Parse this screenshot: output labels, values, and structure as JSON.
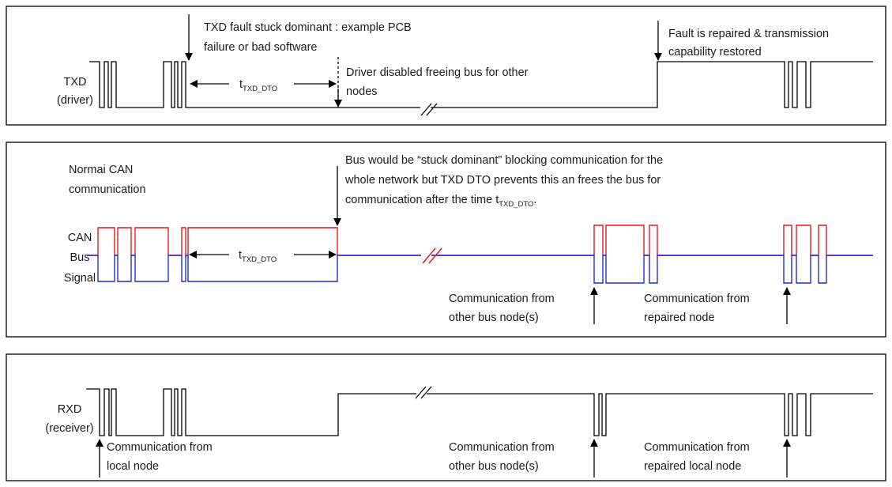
{
  "panel1": {
    "signal_label_line1": "TXD",
    "signal_label_line2": "(driver)",
    "fault_note_line1": "TXD fault stuck dominant : example PCB",
    "fault_note_line2": "failure or bad software",
    "timer_base": "t",
    "timer_sub": "TXD_DTO",
    "driver_note_line1": "Driver disabled freeing bus for other",
    "driver_note_line2": "nodes",
    "repair_note_line1": "Fault is repaired & transmission",
    "repair_note_line2": "capability restored"
  },
  "panel2": {
    "normal_line1": "Normai CAN",
    "normal_line2": "communication",
    "signal_label_line1": "CAN",
    "signal_label_line2": "Bus",
    "signal_label_line3": "Signal",
    "bus_note_line1": "Bus would be “stuck dominant” blocking communication for the",
    "bus_note_line2": "whole network but TXD DTO prevents this an frees the bus for",
    "bus_note_line3_prefix": "communication after the time t",
    "bus_note_line3_sub": "TXD_DTO",
    "bus_note_line3_suffix": ".",
    "timer_base": "t",
    "timer_sub": "TXD_DTO",
    "other_nodes_line1": "Communication from",
    "other_nodes_line2": "other bus node(s)",
    "repaired_line1": "Communication from",
    "repaired_line2": "repaired node"
  },
  "panel3": {
    "signal_label_line1": "RXD",
    "signal_label_line2": "(receiver)",
    "local_line1": "Communication from",
    "local_line2": "local node",
    "other_nodes_line1": "Communication from",
    "other_nodes_line2": "other bus node(s)",
    "repaired_line1": "Communication from",
    "repaired_line2": "repaired local node"
  },
  "colors": {
    "can_high": "#e0191f",
    "can_low": "#1f2fd4",
    "line": "#000000"
  }
}
